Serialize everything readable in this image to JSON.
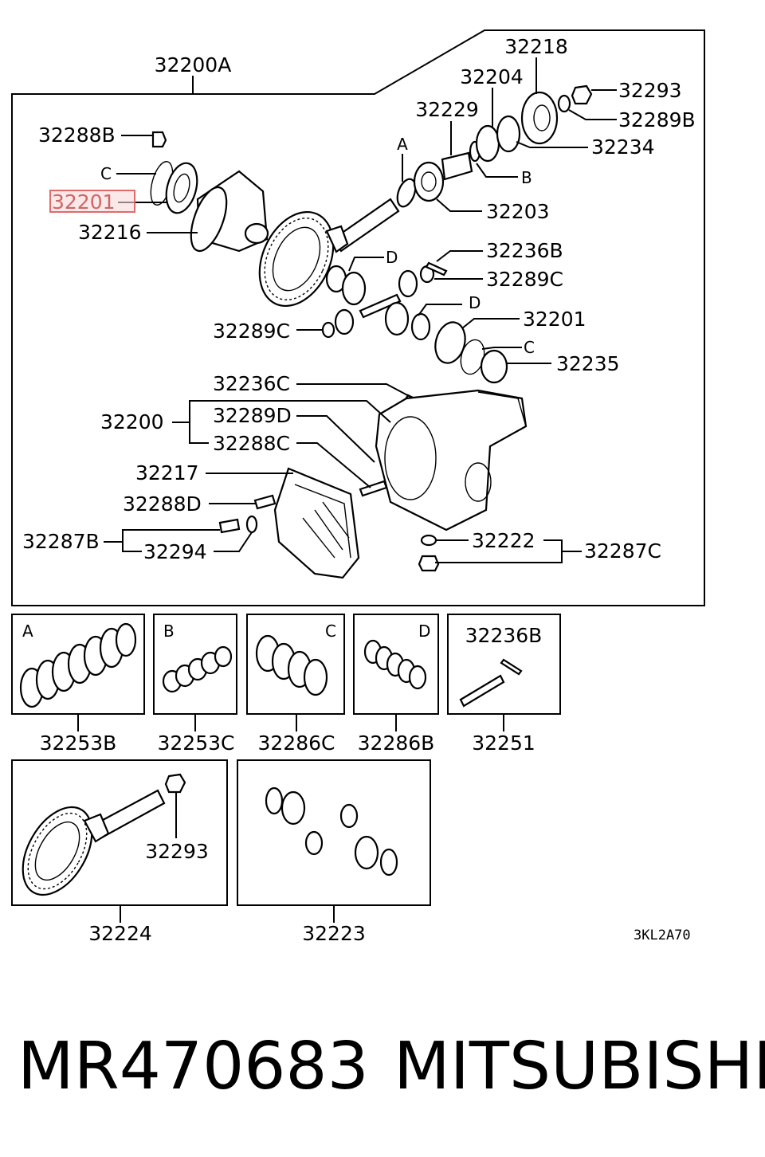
{
  "diagram": {
    "labels": {
      "l_32200A": "32200A",
      "l_32218": "32218",
      "l_32204": "32204",
      "l_32293_top": "32293",
      "l_32229": "32229",
      "l_32289B": "32289B",
      "l_32288B": "32288B",
      "l_A_top": "A",
      "l_32234": "32234",
      "l_C_top": "C",
      "l_B_top": "B",
      "l_32201_hl": "32201",
      "l_32203": "32203",
      "l_32216": "32216",
      "l_D_top": "D",
      "l_32236B_top": "32236B",
      "l_32289C_right": "32289C",
      "l_D_mid": "D",
      "l_32201_right": "32201",
      "l_32289C_left": "32289C",
      "l_C_mid": "C",
      "l_32235": "32235",
      "l_32236C": "32236C",
      "l_32200": "32200",
      "l_32289D": "32289D",
      "l_32288C": "32288C",
      "l_32217": "32217",
      "l_32288D": "32288D",
      "l_32222": "32222",
      "l_32287B": "32287B",
      "l_32287C": "32287C",
      "l_32294": "32294"
    },
    "kits": {
      "a_letter": "A",
      "b_letter": "B",
      "c_letter": "C",
      "d_letter": "D",
      "kit5_label": "32236B",
      "a_code": "32253B",
      "b_code": "32253C",
      "c_code": "32286C",
      "d_code": "32286B",
      "e_code": "32251",
      "gear_nut": "32293",
      "gear_code": "32224",
      "diff_code": "32223"
    },
    "drawing_code": "3KL2A70",
    "highlight_color": "#e06a6a"
  },
  "footer": {
    "part_number": "MR470683",
    "brand": "MITSUBISHI"
  }
}
